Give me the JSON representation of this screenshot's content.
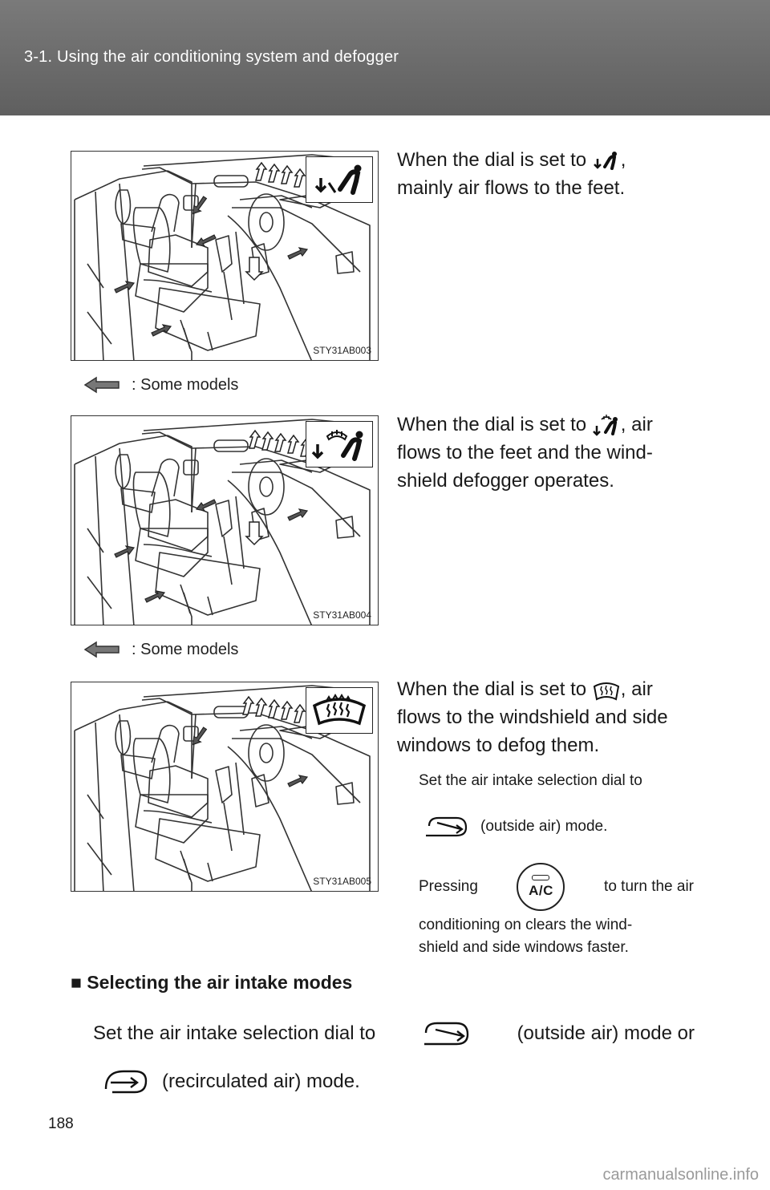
{
  "header": {
    "title": "3-1. Using the air conditioning system and defogger"
  },
  "figures": [
    {
      "code": "STY31AB003",
      "mode_icon": "feet-vent-icon"
    },
    {
      "code": "STY31AB004",
      "mode_icon": "feet-defrost-icon"
    },
    {
      "code": "STY31AB005",
      "mode_icon": "windshield-defrost-icon"
    }
  ],
  "notes": {
    "some_models_1": ": Some models",
    "some_models_2": ": Some models"
  },
  "paragraphs": {
    "p1_a": "When the dial is set to",
    "p1_b": ",",
    "p1_c": "mainly air flows to the feet.",
    "p2_a": "When the dial is set to",
    "p2_b": ", air",
    "p2_c": "flows to the feet and the wind-",
    "p2_d": "shield defogger operates.",
    "p3_a": "When the dial is set to",
    "p3_b": ", air",
    "p3_c": "flows to the windshield and side",
    "p3_d": "windows to defog them."
  },
  "tips": {
    "t1": "Set the air intake selection dial to",
    "t2": "(outside air) mode.",
    "t3_a": "Pressing",
    "t3_b": "to turn the air",
    "t3_c": "conditioning on clears the wind-",
    "t3_d": "shield and side windows faster.",
    "ac_button_label": "A/C"
  },
  "section": {
    "heading": "Selecting the air intake modes",
    "line1_a": "Set the air intake selection dial to",
    "line1_b": "(outside air) mode or",
    "line2": "(recirculated air) mode."
  },
  "page_number": "188",
  "watermark": "carmanualsonline.info"
}
